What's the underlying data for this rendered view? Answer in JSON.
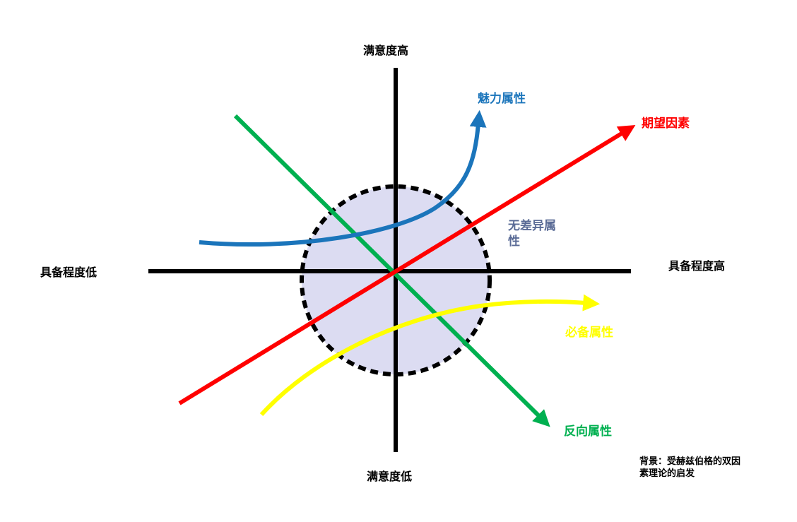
{
  "axes": {
    "top": "满意度高",
    "bottom": "满意度低",
    "left": "具备程度低",
    "right": "具备程度高"
  },
  "attributes": {
    "attractive": {
      "label": "魅力属性",
      "color": "#1b75bb"
    },
    "expected": {
      "label": "期望因素",
      "color": "#ff0000"
    },
    "indifferent": {
      "label": "无差异属",
      "label_line2": "性",
      "color": "#5a6b96",
      "fill": "#dcdcf2"
    },
    "must_be": {
      "label": "必备属性",
      "color": "#ffff00"
    },
    "reverse": {
      "label": "反向属性",
      "color": "#00b050"
    }
  },
  "note": {
    "line1": "背景：受赫兹伯格的双因",
    "line2": "素理论的启发"
  }
}
